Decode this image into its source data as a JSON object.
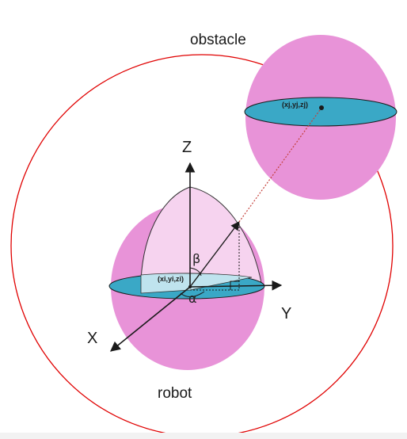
{
  "labels": {
    "obstacle": "obstacle",
    "robot": "robot",
    "axis_x": "X",
    "axis_y": "Y",
    "axis_z": "Z",
    "beta": "β",
    "alpha": "α",
    "obstacle_point": "(xj,yj,zj)",
    "robot_point": "(xi,yi,zi)"
  },
  "colors": {
    "sphere": "#e893d8",
    "sphere_light": "#f6d3ef",
    "disc": "#3aa8c6",
    "disc_light": "#bfe3ee",
    "boundary": "#e00000",
    "dotted_line": "#c4403a",
    "axis": "#1a1a1a"
  }
}
